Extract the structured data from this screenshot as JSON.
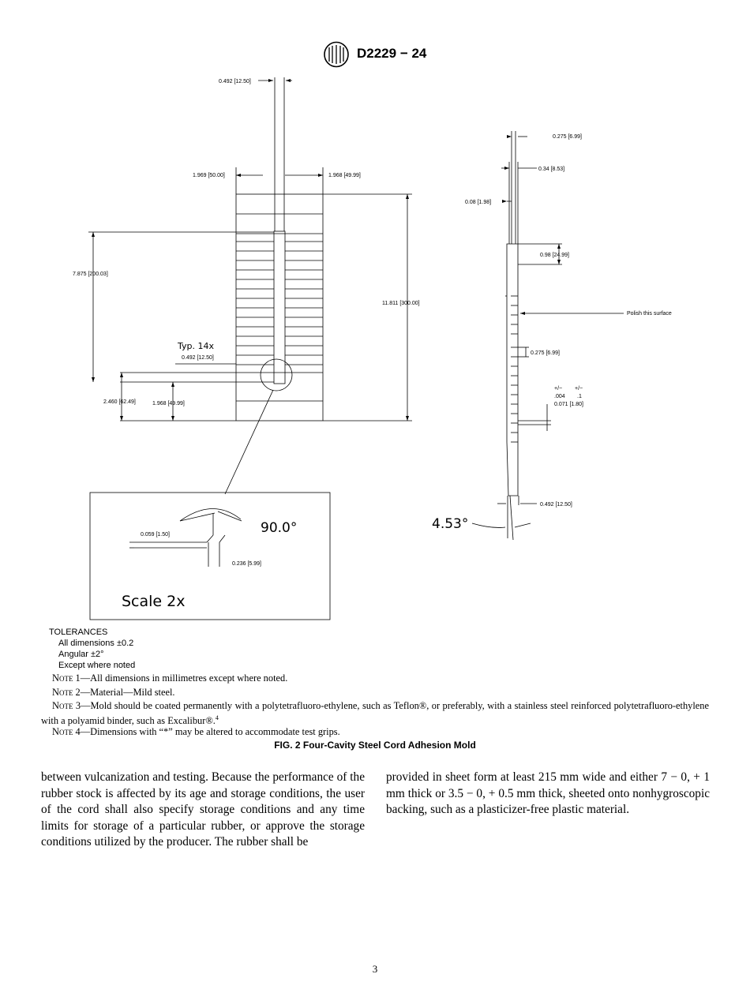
{
  "header": {
    "doc_id": "D2229 − 24",
    "logo_letters": "ASTM"
  },
  "figure": {
    "labels": {
      "top_width": "0.492 [12.50]",
      "left_width": "1.969 [50.00]",
      "right_width": "1.968 [49.99]",
      "height_7875": "7.875 [200.03]",
      "height_11811": "11.811 [300.00]",
      "typ": "Typ. 14x",
      "typ_dim": "0.492 [12.50]",
      "bottom_2460": "2.460 [62.49]",
      "bottom_1968": "1.968 [49.99]",
      "side_0275_top": "0.275 [6.99]",
      "side_034": "0.34 [8.53]",
      "side_008": "0.08 [1.98]",
      "side_098": "0.98 [24.99]",
      "polish": "Polish this surface",
      "side_0275_mid": "0.275 [6.99]",
      "tol_pm1": "+/−",
      "tol_pm2": "+/−",
      "tol_004": ".004",
      "tol_1": ".1",
      "side_0071": "0.071 [1.80]",
      "side_0492": "0.492 [12.50]",
      "angle_453": "4.53°",
      "detail_059": "0.059 [1.50]",
      "detail_236": "0.236 [5.99]",
      "detail_angle": "90.0°",
      "scale": "Scale 2x"
    }
  },
  "tolerances": {
    "title": "TOLERANCES",
    "all_dimensions": "All dimensions   ±0.2",
    "angular": "Angular   ±2°",
    "except": "Except where noted"
  },
  "notes": [
    {
      "label": "Note",
      "text": " 1—All dimensions in millimetres except where noted."
    },
    {
      "label": "Note",
      "text": " 2—Material—Mild steel."
    },
    {
      "label": "Note",
      "text": " 3—Mold should be coated permanently with a polytetrafluoro-ethylene, such as Teflon®, or preferably, with a stainless steel reinforced polytetrafluoro-ethylene with a polyamid binder, such as Excalibur®.",
      "sup": "4"
    },
    {
      "label": "Note",
      "text": " 4—Dimensions with “*” may be altered to accommodate test grips."
    }
  ],
  "figure_caption": "FIG. 2 Four-Cavity Steel Cord Adhesion Mold",
  "body": {
    "left_column": "between vulcanization and testing. Because the performance of the rubber stock is affected by its age and storage conditions, the user of the cord shall also specify storage conditions and any time limits for storage of a particular rubber, or approve the storage conditions utilized by the producer. The rubber shall be",
    "right_column": "provided in sheet form at least 215 mm wide and either 7 − 0, + 1 mm thick or 3.5 − 0, + 0.5 mm thick, sheeted onto nonhygroscopic backing, such as a plasticizer-free plastic material."
  },
  "page_number": "3"
}
